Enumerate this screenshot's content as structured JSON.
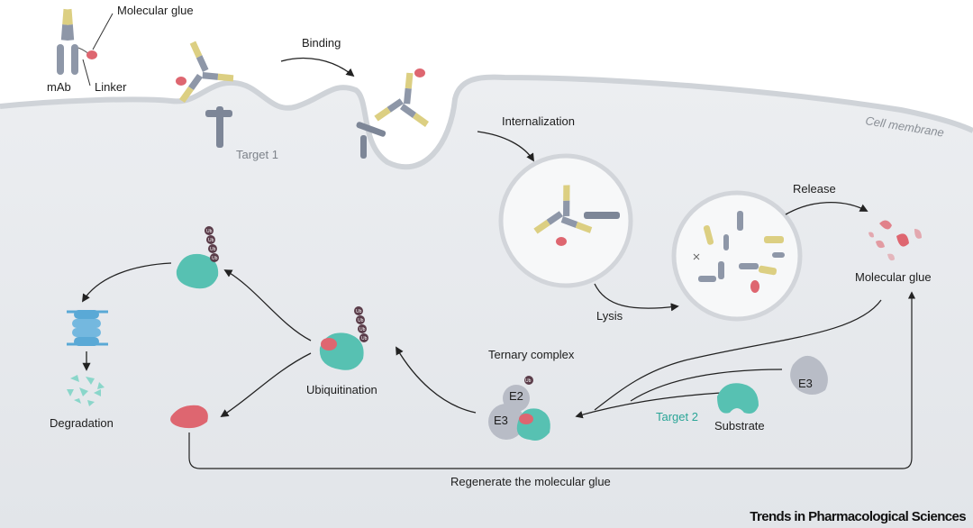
{
  "legend": {
    "molecular_glue": "Molecular glue",
    "mab": "mAb",
    "linker": "Linker"
  },
  "steps": {
    "binding": "Binding",
    "internalization": "Internalization",
    "release": "Release",
    "lysis": "Lysis",
    "ubiquitination": "Ubiquitination",
    "degradation": "Degradation",
    "ternary_complex": "Ternary complex",
    "regenerate": "Regenerate the molecular glue"
  },
  "labels": {
    "cell_membrane": "Cell membrane",
    "target1": "Target 1",
    "target2": "Target 2",
    "substrate": "Substrate",
    "molecular_glue": "Molecular glue",
    "e2": "E2",
    "e3": "E3",
    "e3_free": "E3",
    "ub": "Ub"
  },
  "credit": "Trends in Pharmacological Sciences",
  "colors": {
    "antibody_heavy": "#8e97a8",
    "antibody_light": "#dccf82",
    "glue": "#de6670",
    "e3_ligase": "#57c1b2",
    "ubiquitin": "#5b3d4a",
    "membrane": "#cfd3d8",
    "cytoplasm": "#eef0f2"
  }
}
